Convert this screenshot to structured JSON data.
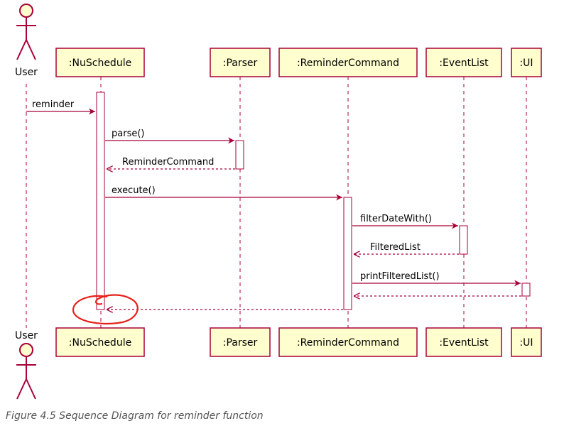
{
  "diagram": {
    "type": "sequence",
    "actor": {
      "label": "User"
    },
    "participants": [
      {
        "id": "nuschedule",
        "label": ":NuSchedule"
      },
      {
        "id": "parser",
        "label": ":Parser"
      },
      {
        "id": "remindercommand",
        "label": ":ReminderCommand"
      },
      {
        "id": "eventlist",
        "label": ":EventList"
      },
      {
        "id": "ui",
        "label": ":UI"
      }
    ],
    "messages": [
      {
        "from": "user",
        "to": "nuschedule",
        "label": "reminder",
        "kind": "call"
      },
      {
        "from": "nuschedule",
        "to": "parser",
        "label": "parse()",
        "kind": "call"
      },
      {
        "from": "parser",
        "to": "nuschedule",
        "label": "ReminderCommand",
        "kind": "return"
      },
      {
        "from": "nuschedule",
        "to": "remindercommand",
        "label": "execute()",
        "kind": "call"
      },
      {
        "from": "remindercommand",
        "to": "eventlist",
        "label": "filterDateWith()",
        "kind": "call"
      },
      {
        "from": "eventlist",
        "to": "remindercommand",
        "label": "FilteredList",
        "kind": "return"
      },
      {
        "from": "remindercommand",
        "to": "ui",
        "label": "printFilteredList()",
        "kind": "call"
      },
      {
        "from": "ui",
        "to": "remindercommand",
        "label": "",
        "kind": "return"
      },
      {
        "from": "remindercommand",
        "to": "nuschedule",
        "label": "",
        "kind": "return"
      }
    ],
    "annotation": "hand-drawn red circle around return arrowhead at NuSchedule"
  },
  "caption": "Figure 4.5 Sequence Diagram for reminder function",
  "colors": {
    "participant_fill": "#FEFECE",
    "participant_border": "#A80036",
    "arrow": "#A80036",
    "highlight_circle": "#E8201A",
    "caption": "#555555"
  }
}
